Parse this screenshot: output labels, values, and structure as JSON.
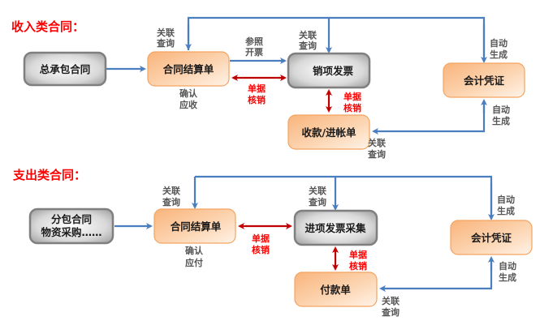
{
  "colors": {
    "title": "#ff0000",
    "flow_arrow": "#4a7ebf",
    "writeoff_arrow": "#c00000",
    "orange_box": "#fbc99c",
    "gray_box": "#b8b8b8"
  },
  "income": {
    "title": "收入类合同：",
    "boxes": {
      "contract": "总承包合同",
      "settlement": "合同结算单",
      "invoice": "销项发票",
      "receipt": "收款/进帐单",
      "voucher": "会计凭证"
    },
    "labels": {
      "query_settlement": [
        "关联",
        "查询"
      ],
      "query_invoice": [
        "关联",
        "查询"
      ],
      "ref_invoice": [
        "参照",
        "开票"
      ],
      "confirm": [
        "确认",
        "应收"
      ],
      "writeoff_1": [
        "单据",
        "核销"
      ],
      "writeoff_2": [
        "单据",
        "核销"
      ],
      "auto_top": [
        "自动",
        "生成"
      ],
      "auto_bottom": [
        "自动",
        "生成"
      ],
      "query_receipt": [
        "关联",
        "查询"
      ]
    }
  },
  "expense": {
    "title": "支出类合同：",
    "boxes": {
      "contract_line1": "分包合同",
      "contract_line2": "物资采购……",
      "settlement": "合同结算单",
      "invoice": "进项发票采集",
      "payment": "付款单",
      "voucher": "会计凭证"
    },
    "labels": {
      "query_settlement": [
        "关联",
        "查询"
      ],
      "query_invoice": [
        "关联",
        "查询"
      ],
      "confirm": [
        "确认",
        "应付"
      ],
      "writeoff_1": [
        "单据",
        "核销"
      ],
      "writeoff_2": [
        "单据",
        "核销"
      ],
      "auto_top": [
        "自动",
        "生成"
      ],
      "auto_bottom": [
        "自动",
        "生成"
      ],
      "query_payment": [
        "关联",
        "查询"
      ]
    }
  }
}
